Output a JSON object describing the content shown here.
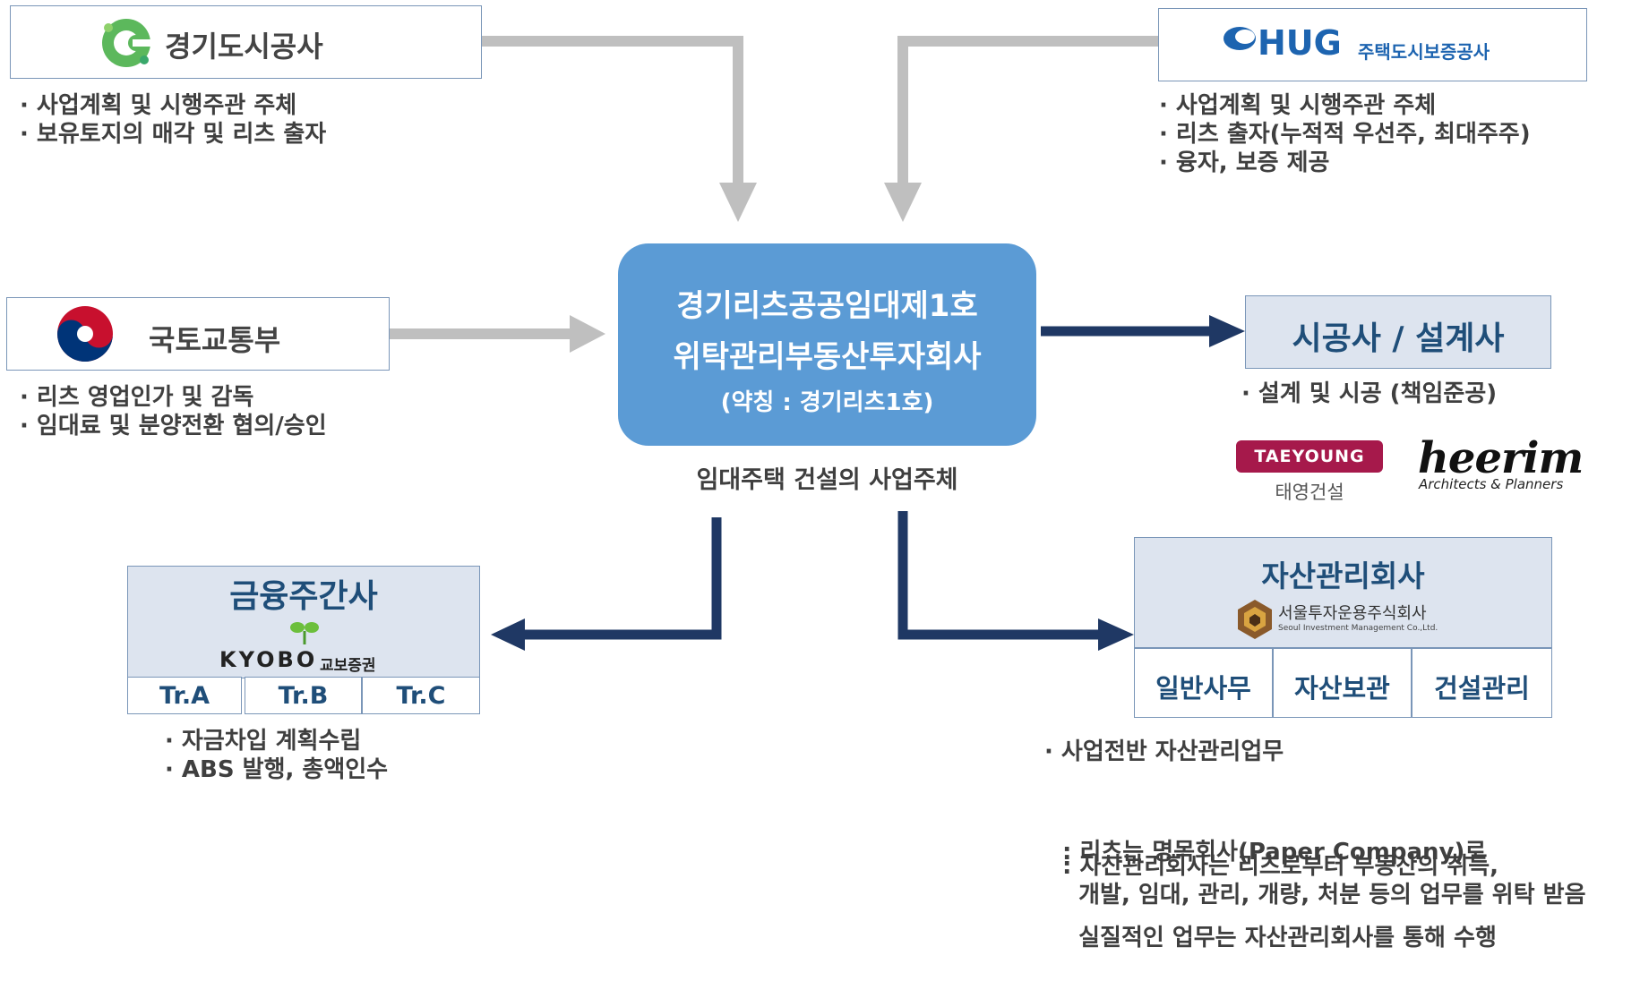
{
  "center": {
    "line1": "경기리츠공공임대제1호",
    "line2": "위탁관리부동산투자회사",
    "line3": "(약칭 : 경기리츠1호)",
    "caption": "임대주택 건설의 사업주체"
  },
  "gyeonggi": {
    "name": "경기도시공사",
    "bullets": [
      "· 사업계획 및 시행주관 주체",
      "· 보유토지의 매각 및 리츠 출자"
    ]
  },
  "hug": {
    "abbr": "HUG",
    "name": "주택도시보증공사",
    "bullets": [
      "· 사업계획 및 시행주관 주체",
      "· 리츠 출자(누적적 우선주, 최대주주)",
      "· 융자, 보증 제공"
    ]
  },
  "molit": {
    "name": "국토교통부",
    "bullets": [
      "· 리츠 영업인가 및 감독",
      "· 임대료 및 분양전환 협의/승인"
    ]
  },
  "contractor": {
    "title": "시공사 / 설계사",
    "bullets": [
      "· 설계 및 시공 (책임준공)"
    ],
    "taeyoung_logo": "TAEYOUNG",
    "taeyoung_name": "태영건설",
    "heerim_logo": "heerim",
    "heerim_sub": "Architects & Planners"
  },
  "finance": {
    "title": "금융주간사",
    "kyobo": "KYOBO",
    "kyobo_kr": "교보증권",
    "tranches": [
      "Tr.A",
      "Tr.B",
      "Tr.C"
    ],
    "bullets": [
      "· 자금차입 계획수립",
      "· ABS 발행, 총액인수"
    ]
  },
  "amc": {
    "title": "자산관리회사",
    "company_kr": "서울투자운용주식회사",
    "company_en": "Seoul Investment Management Co.,Ltd.",
    "tasks": [
      "일반사무",
      "자산보관",
      "건설관리"
    ],
    "bullet_main": "· 사업전반 자산관리업무",
    "note1": [
      ": 리츠는 명목회사(Paper Company)로",
      "  실질적인 업무는 자산관리회사를 통해 수행"
    ],
    "note2": [
      ": 자산관리회사는 리츠로부터 부동산의 취득,",
      "  개발, 임대, 관리, 개량, 처분 등의 업무를 위탁 받음"
    ]
  },
  "colors": {
    "center_fill": "#5b9bd5",
    "dark_arrow": "#1f3864",
    "gray_arrow": "#bfbfbf",
    "box_fill_blue": "#dde4ef",
    "title_blue": "#1f4e79"
  }
}
